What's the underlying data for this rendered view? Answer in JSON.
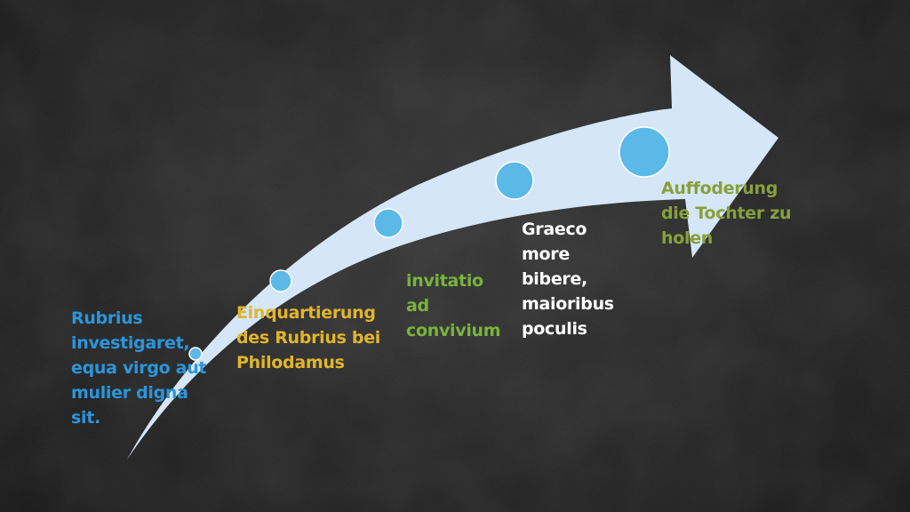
{
  "colors": {
    "arrow_fill": "#d4e6f7",
    "circle_fill": "#5bb9e8",
    "circle_stroke": "#ffffff"
  },
  "steps": [
    {
      "text": "Rubrius\ninvestigaret,\nequa virgo aut\nmulier digna\nsit.",
      "color": "#2a96dc"
    },
    {
      "text": "Einquartierung\ndes Rubrius bei\nPhilodamus",
      "color": "#e2b52a"
    },
    {
      "text": "invitatio\nad\nconvivium",
      "color": "#78b43c"
    },
    {
      "text": "Graeco\nmore\nbibere,\nmaioribus\npoculis",
      "color": "#ffffff"
    },
    {
      "text": "Auffoderung\ndie Tochter zu\nholen",
      "color": "#88a03a"
    }
  ]
}
